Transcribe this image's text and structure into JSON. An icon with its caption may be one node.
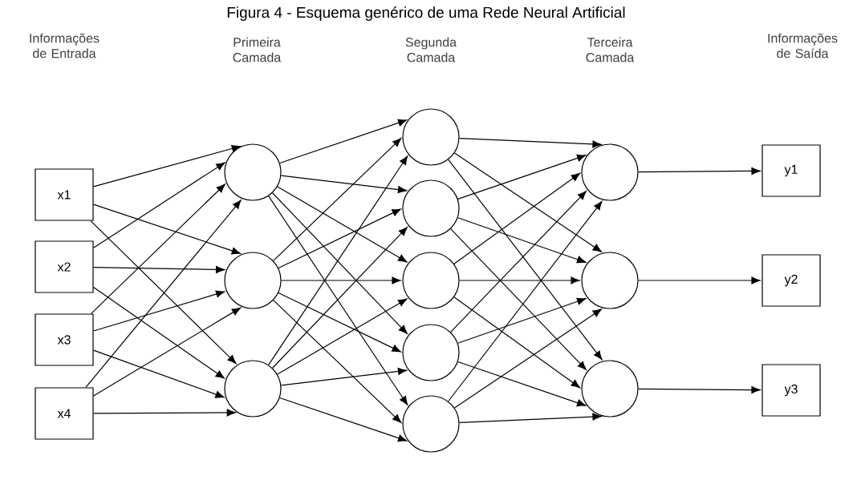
{
  "diagram": {
    "title": "Figura 4 - Esquema genérico de uma Rede Neural Artificial",
    "nodes": [
      {
        "text": [
          "x1"
        ]
      },
      {
        "text": [
          "x2"
        ]
      },
      {
        "text": [
          "x3"
        ]
      },
      {
        "text": [
          "x4"
        ]
      },
      {
        "text": [],
        "shape": "circle"
      },
      {
        "text": [],
        "shape": "circle"
      },
      {
        "text": [],
        "shape": "circle"
      },
      {
        "text": [],
        "shape": "circle"
      },
      {
        "text": [],
        "shape": "circle"
      },
      {
        "text": [],
        "shape": "circle"
      },
      {
        "text": [],
        "shape": "circle"
      },
      {
        "text": [],
        "shape": "circle"
      },
      {
        "text": [],
        "shape": "circle"
      },
      {
        "text": [],
        "shape": "circle"
      },
      {
        "text": [],
        "shape": "circle"
      },
      {
        "text": [
          "y1"
        ]
      },
      {
        "text": [
          "y2"
        ]
      },
      {
        "text": [
          "y3"
        ]
      }
    ],
    "edges": [
      {
        "from": 0,
        "to": 4,
        "arrow": "to"
      },
      {
        "from": 0,
        "to": 5,
        "arrow": "to"
      },
      {
        "from": 0,
        "to": 6,
        "arrow": "to"
      },
      {
        "from": 1,
        "to": 4,
        "arrow": "to"
      },
      {
        "from": 1,
        "to": 5,
        "arrow": "to"
      },
      {
        "from": 1,
        "to": 6,
        "arrow": "to"
      },
      {
        "from": 2,
        "to": 4,
        "arrow": "to"
      },
      {
        "from": 2,
        "to": 5,
        "arrow": "to"
      },
      {
        "from": 2,
        "to": 6,
        "arrow": "to"
      },
      {
        "from": 3,
        "to": 4,
        "arrow": "to"
      },
      {
        "from": 3,
        "to": 5,
        "arrow": "to"
      },
      {
        "from": 3,
        "to": 6,
        "arrow": "to"
      },
      {
        "from": 4,
        "to": 7,
        "arrow": "to"
      },
      {
        "from": 4,
        "to": 8,
        "arrow": "to"
      },
      {
        "from": 4,
        "to": 9,
        "arrow": "to"
      },
      {
        "from": 4,
        "to": 10,
        "arrow": "to"
      },
      {
        "from": 4,
        "to": 11,
        "arrow": "to"
      },
      {
        "from": 5,
        "to": 7,
        "arrow": "to"
      },
      {
        "from": 5,
        "to": 8,
        "arrow": "to"
      },
      {
        "from": 5,
        "to": 9,
        "arrow": "to"
      },
      {
        "from": 5,
        "to": 10,
        "arrow": "to"
      },
      {
        "from": 5,
        "to": 11,
        "arrow": "to"
      },
      {
        "from": 6,
        "to": 7,
        "arrow": "to"
      },
      {
        "from": 6,
        "to": 8,
        "arrow": "to"
      },
      {
        "from": 6,
        "to": 9,
        "arrow": "to"
      },
      {
        "from": 6,
        "to": 10,
        "arrow": "to"
      },
      {
        "from": 6,
        "to": 11,
        "arrow": "to"
      },
      {
        "from": 7,
        "to": 12,
        "arrow": "to"
      },
      {
        "from": 7,
        "to": 13,
        "arrow": "to"
      },
      {
        "from": 7,
        "to": 14,
        "arrow": "to"
      },
      {
        "from": 8,
        "to": 12,
        "arrow": "to"
      },
      {
        "from": 8,
        "to": 13,
        "arrow": "to"
      },
      {
        "from": 8,
        "to": 14,
        "arrow": "to"
      },
      {
        "from": 9,
        "to": 12,
        "arrow": "to"
      },
      {
        "from": 9,
        "to": 13,
        "arrow": "to"
      },
      {
        "from": 9,
        "to": 14,
        "arrow": "to"
      },
      {
        "from": 10,
        "to": 12,
        "arrow": "to"
      },
      {
        "from": 10,
        "to": 13,
        "arrow": "to"
      },
      {
        "from": 10,
        "to": 14,
        "arrow": "to"
      },
      {
        "from": 11,
        "to": 12,
        "arrow": "to"
      },
      {
        "from": 11,
        "to": 13,
        "arrow": "to"
      },
      {
        "from": 11,
        "to": 14,
        "arrow": "to"
      },
      {
        "from": 12,
        "to": 15,
        "arrow": "to"
      },
      {
        "from": 13,
        "to": 16,
        "arrow": "to"
      },
      {
        "from": 14,
        "to": 17,
        "arrow": "to"
      }
    ],
    "labels": [
      "Informações de Entrada",
      "Primeira Camada",
      "Segunda Camada",
      "Terceira Camada",
      "Informações de Saída"
    ]
  }
}
